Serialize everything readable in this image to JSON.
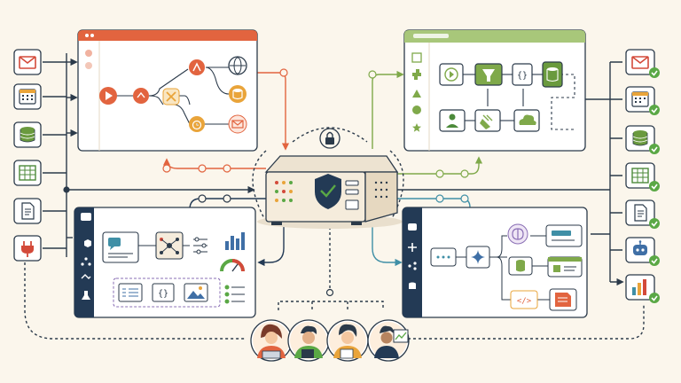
{
  "colors": {
    "background": "#fbf6ec",
    "line": "#2b3a4a",
    "orange": "#e2643f",
    "green": "#7fa94a",
    "teal": "#3f8fa6",
    "navy": "#233a55",
    "gold": "#e9a43a",
    "red": "#d34a3a",
    "check": "#5aa845",
    "panel": "#ffffff"
  },
  "left_sources": [
    "mail-icon",
    "calendar-icon",
    "database-icon",
    "spreadsheet-icon",
    "document-icon",
    "plug-icon"
  ],
  "right_destinations": [
    "mail-icon",
    "calendar-icon",
    "database-icon",
    "spreadsheet-icon",
    "document-icon",
    "chatbot-icon",
    "chart-icon"
  ],
  "panels": {
    "workflow_builder": {
      "nodes": [
        "play-icon",
        "split-icon",
        "merge-icon",
        "branch-icon",
        "globe-icon",
        "database-icon",
        "timer-icon",
        "mail-icon"
      ]
    },
    "integration_builder": {
      "nodes": [
        "play-icon",
        "filter-icon",
        "code-braces-icon",
        "database-icon",
        "user-icon",
        "plug-icon",
        "cloud-icon"
      ]
    },
    "ai_dashboard": {
      "nodes": [
        "chat-icon",
        "network-icon",
        "sliders-icon",
        "bar-chart-icon",
        "gauge-icon",
        "form-icon",
        "code-braces-icon",
        "image-icon",
        "checklist-icon"
      ]
    },
    "ai_flow": {
      "nodes": [
        "chat-icon",
        "sparkle-icon",
        "brain-icon",
        "database-icon",
        "message-icon",
        "window-icon",
        "code-icon",
        "document-icon"
      ]
    }
  },
  "server": {
    "icons": [
      "shield-check-icon",
      "lock-icon"
    ]
  },
  "team": [
    "person-laptop",
    "person-tablet",
    "person-document",
    "person-chart"
  ]
}
